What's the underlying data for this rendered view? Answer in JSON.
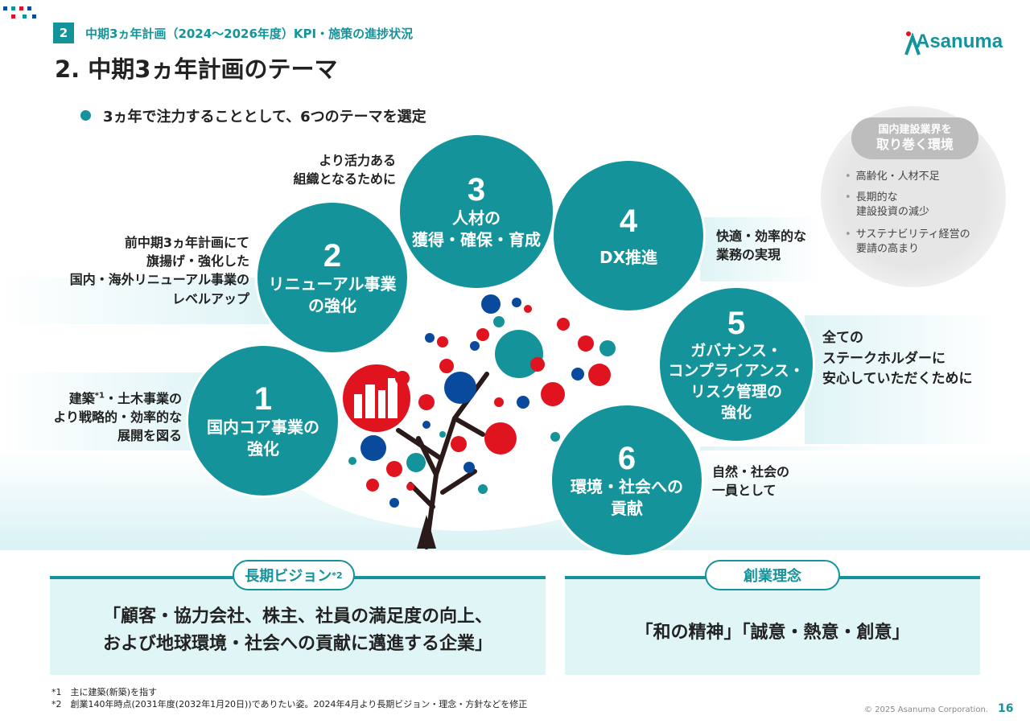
{
  "header": {
    "section_number": "2",
    "breadcrumb": "中期3ヵ年計画（2024〜2026年度）KPI・施策の進捗状況",
    "title": "2. 中期3ヵ年計画のテーマ",
    "logo_text": "Asanuma"
  },
  "bullet": "3ヵ年で注力することとして、6つのテーマを選定",
  "environment": {
    "pill_line1": "国内建設業界を",
    "pill_line2": "取り巻く環境",
    "items": [
      [
        "高齢化・人材不足"
      ],
      [
        "長期的な",
        "建設投資の減少"
      ],
      [
        "サステナビリティ経営の",
        "要請の高まり"
      ]
    ]
  },
  "themes": [
    {
      "num": "1",
      "lines": [
        "国内コア事業の",
        "強化"
      ],
      "note": [
        "・土木事業の",
        "より戦略的・効率的な",
        "展開を図る"
      ],
      "note_prefix": "建築",
      "note_sup": "*1"
    },
    {
      "num": "2",
      "lines": [
        "リニューアル事業",
        "の強化"
      ],
      "note": [
        "前中期3ヵ年計画にて",
        "旗揚げ・強化した",
        "国内・海外リニューアル事業の",
        "レベルアップ"
      ]
    },
    {
      "num": "3",
      "lines": [
        "人材の",
        "獲得・確保・育成"
      ],
      "note": [
        "より活力ある",
        "組織となるために"
      ]
    },
    {
      "num": "4",
      "lines": [
        "DX推進"
      ],
      "note": [
        "快適・効率的な",
        "業務の実現"
      ]
    },
    {
      "num": "5",
      "lines": [
        "ガバナンス・",
        "コンプライアンス・",
        "リスク管理の",
        "強化"
      ],
      "note": [
        "全ての",
        "ステークホルダーに",
        "安心していただくために"
      ]
    },
    {
      "num": "6",
      "lines": [
        "環境・社会への",
        "貢献"
      ],
      "note": [
        "自然・社会の",
        "一員として"
      ]
    }
  ],
  "vision": {
    "label": "長期ビジョン",
    "label_sup": "*2",
    "line1": "「顧客・協力会社、株主、社員の満足度の向上、",
    "line2": "および地球環境・社会への貢献に邁進する企業」"
  },
  "philosophy": {
    "label": "創業理念",
    "text": "「和の精神」「誠意・熱意・創意」"
  },
  "footnotes": [
    "*1　主に建築(新築)を指す",
    "*2　創業140年時点(2031年度(2032年1月20日))でありたい姿。2024年4月より長期ビジョン・理念・方針などを修正"
  ],
  "copyright": "© 2025 Asanuma Corporation.",
  "page_number": "16",
  "colors": {
    "teal": "#14949a",
    "red": "#e0141e",
    "blue": "#0a4a9c",
    "light_teal_bg": "#e0f5f6",
    "grey_pill": "#bdbdbd"
  }
}
